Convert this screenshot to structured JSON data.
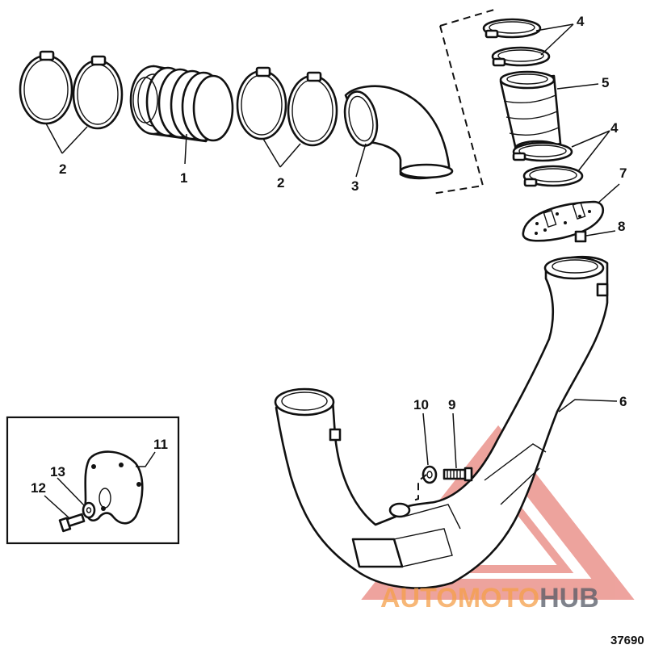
{
  "figure_number": "37690",
  "callouts": [
    "1",
    "2",
    "2",
    "3",
    "4",
    "4",
    "5",
    "6",
    "7",
    "8",
    "9",
    "10",
    "11",
    "12",
    "13"
  ],
  "parts": [
    {
      "ref": "1",
      "desc": "corrugated rubber bellows"
    },
    {
      "ref": "2",
      "desc": "hose clamp (pair)"
    },
    {
      "ref": "3",
      "desc": "elbow"
    },
    {
      "ref": "4",
      "desc": "hose clamp (pair)"
    },
    {
      "ref": "5",
      "desc": "hose"
    },
    {
      "ref": "6",
      "desc": "exhaust pipe"
    },
    {
      "ref": "7",
      "desc": "gasket"
    },
    {
      "ref": "8",
      "desc": "small block"
    },
    {
      "ref": "9",
      "desc": "screw"
    },
    {
      "ref": "10",
      "desc": "washer"
    },
    {
      "ref": "11",
      "desc": "block-off plate"
    },
    {
      "ref": "12",
      "desc": "screw"
    },
    {
      "ref": "13",
      "desc": "washer"
    }
  ],
  "watermark": {
    "part1": "AUTO",
    "part2": "MOTO",
    "part3": "HUB",
    "color_light": "#f5a04a",
    "color_dark": "#555a66",
    "triangle_color": "#e0584e"
  }
}
